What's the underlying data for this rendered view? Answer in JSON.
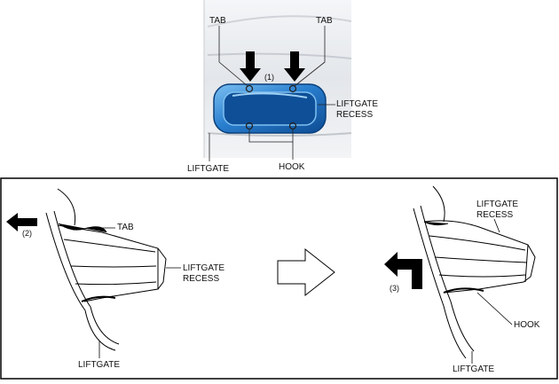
{
  "top_view": {
    "tab_left": "TAB",
    "tab_right": "TAB",
    "step": "(1)",
    "recess_line1": "LIFTGATE",
    "recess_line2": "RECESS",
    "liftgate": "LIFTGATE",
    "hook": "HOOK"
  },
  "left_view": {
    "step": "(2)",
    "tab": "TAB",
    "recess_line1": "LIFTGATE",
    "recess_line2": "RECESS",
    "liftgate": "LIFTGATE"
  },
  "right_view": {
    "recess_line1": "LIFTGATE",
    "recess_line2": "RECESS",
    "step": "(3)",
    "hook": "HOOK",
    "liftgate": "LIFTGATE"
  },
  "colors": {
    "recess_fill": "#1f78c8",
    "recess_outline": "#0a3f7a",
    "arrow": "#000000"
  }
}
